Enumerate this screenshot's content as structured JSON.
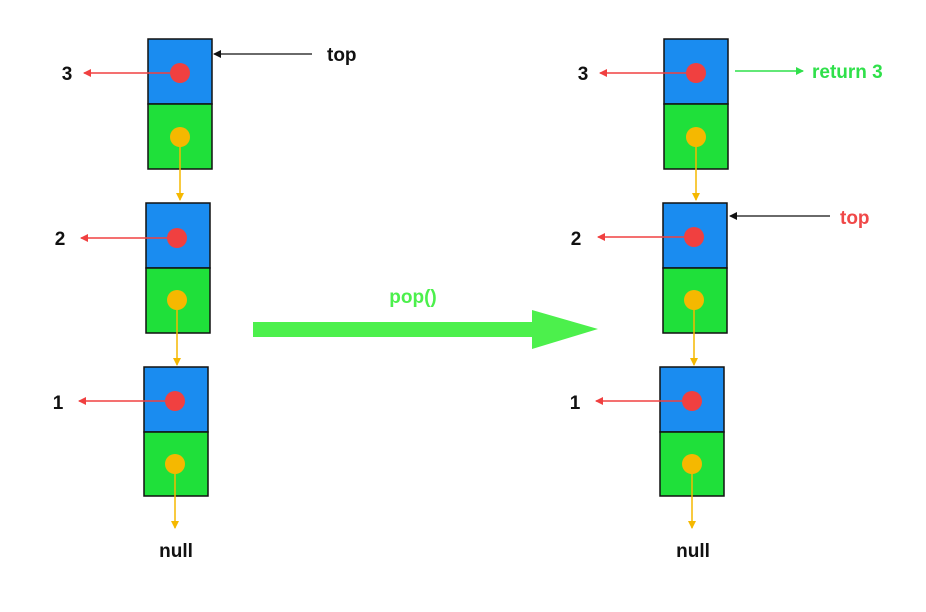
{
  "colors": {
    "data_cell": "#1a8cf0",
    "next_cell": "#1fe03a",
    "cell_border": "#111111",
    "data_pointer": "#f04040",
    "next_pointer": "#f5b800",
    "operation": "#4cf04c",
    "return_text": "#2fe04a",
    "top_after": "#f04848",
    "text": "#111111"
  },
  "before": {
    "nodes": [
      {
        "value": "3"
      },
      {
        "value": "2"
      },
      {
        "value": "1"
      }
    ],
    "top_label": "top",
    "end_label": "null"
  },
  "operation": {
    "label": "pop()"
  },
  "after": {
    "nodes": [
      {
        "value": "3"
      },
      {
        "value": "2"
      },
      {
        "value": "1"
      }
    ],
    "return_label": "return 3",
    "top_label": "top",
    "end_label": "null"
  }
}
